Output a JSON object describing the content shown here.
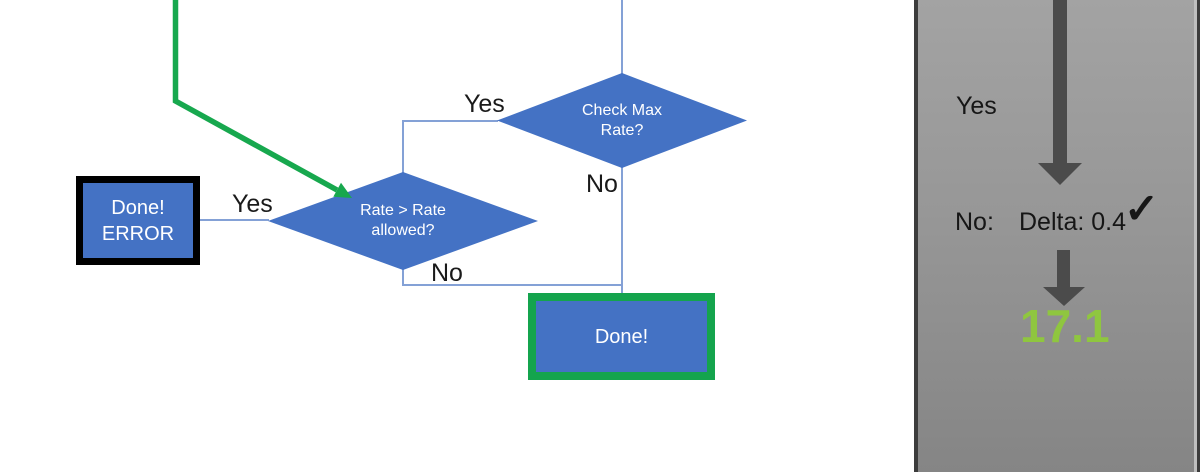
{
  "flowchart": {
    "diamond_check_max": {
      "label": "Check Max Rate?"
    },
    "diamond_rate_allowed": {
      "label": "Rate > Rate allowed?"
    },
    "box_done_error": {
      "label": "Done!\nERROR"
    },
    "box_done": {
      "label": "Done!"
    },
    "labels": {
      "check_max_yes": "Yes",
      "check_max_no": "No",
      "rate_yes": "Yes",
      "rate_no": "No"
    },
    "colors": {
      "shape_blue": "#4472C4",
      "connector_blue": "#84A1D6",
      "flow_green": "#17A84E",
      "done_border_green": "#14A44D",
      "error_border_black": "#000000"
    }
  },
  "side_panel": {
    "yes_label": "Yes",
    "no_label": "No:",
    "delta_label": "Delta: 0.4",
    "check_icon": "✓",
    "result_value": "17.1",
    "colors": {
      "result_green": "#8FC63F",
      "arrow_gray": "#4B4B4B",
      "panel_gray": "#979797"
    }
  }
}
